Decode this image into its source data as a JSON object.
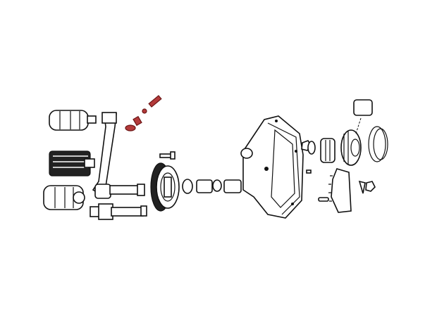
{
  "diagram": {
    "type": "exploded-parts-drawing",
    "colors": {
      "line": "#111111",
      "highlight": "#b33a3a",
      "background": "#ffffff"
    },
    "highlighted_parts": [
      "washer",
      "nut",
      "spacer",
      "bolt"
    ]
  }
}
